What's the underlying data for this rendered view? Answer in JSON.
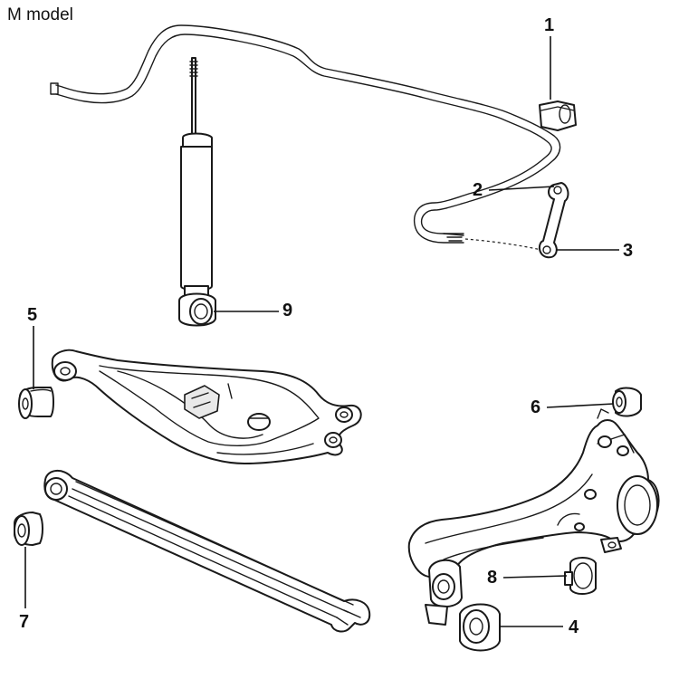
{
  "header": {
    "title": "M model"
  },
  "callouts": [
    {
      "id": "1",
      "label": "1"
    },
    {
      "id": "2",
      "label": "2"
    },
    {
      "id": "3",
      "label": "3"
    },
    {
      "id": "4",
      "label": "4"
    },
    {
      "id": "5",
      "label": "5"
    },
    {
      "id": "6",
      "label": "6"
    },
    {
      "id": "7",
      "label": "7"
    },
    {
      "id": "8",
      "label": "8"
    },
    {
      "id": "9",
      "label": "9"
    }
  ]
}
